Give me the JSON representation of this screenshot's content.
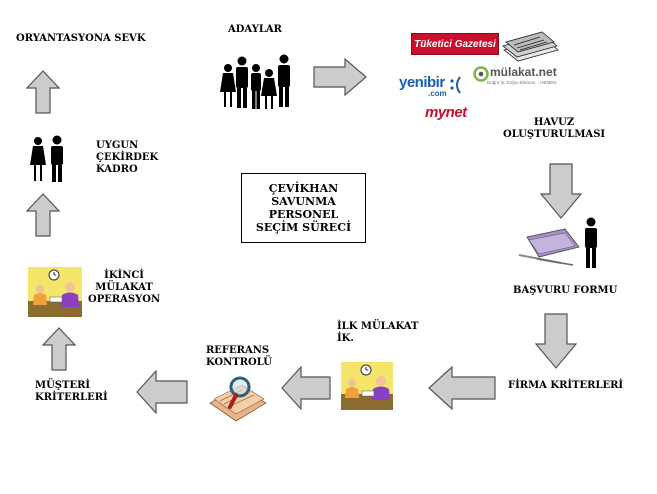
{
  "center_title": "ÇEVİKHAN\nSAVUNMA\nPERSONEL\nSEÇİM SÜRECİ",
  "steps": {
    "orientation": "ORYANTASYONA SEVK",
    "candidates": "ADAYLAR",
    "pool": "HAVUZ\nOLUŞTURULMASI",
    "core_team": "UYGUN\nÇEKİRDEK\nKADRO",
    "application_form": "BAŞVURU FORMU",
    "second_interview": "İKİNCİ\nMÜLAKAT\nOPERASYON",
    "first_interview": "İLK MÜLAKAT\nİK.",
    "reference_check": "REFERANS\nKONTROLÜ",
    "company_criteria": "FİRMA KRİTERLERİ",
    "customer_criteria": "MÜŞTERİ\nKRİTERLERİ"
  },
  "sources": {
    "tuketici": "Tüketici Gazetesi",
    "yenibir": "yenibir",
    "yenibir_com": ".com",
    "mulakat": "mülakat.net",
    "mulakat_sub": "Doğru İş, Doğru Eleman... HEMEN",
    "mynet": "mynet"
  },
  "colors": {
    "arrow_fill": "#cccccc",
    "arrow_stroke": "#555555",
    "tuketici_red": "#c8102e",
    "mulakat_green": "#7ab648"
  }
}
